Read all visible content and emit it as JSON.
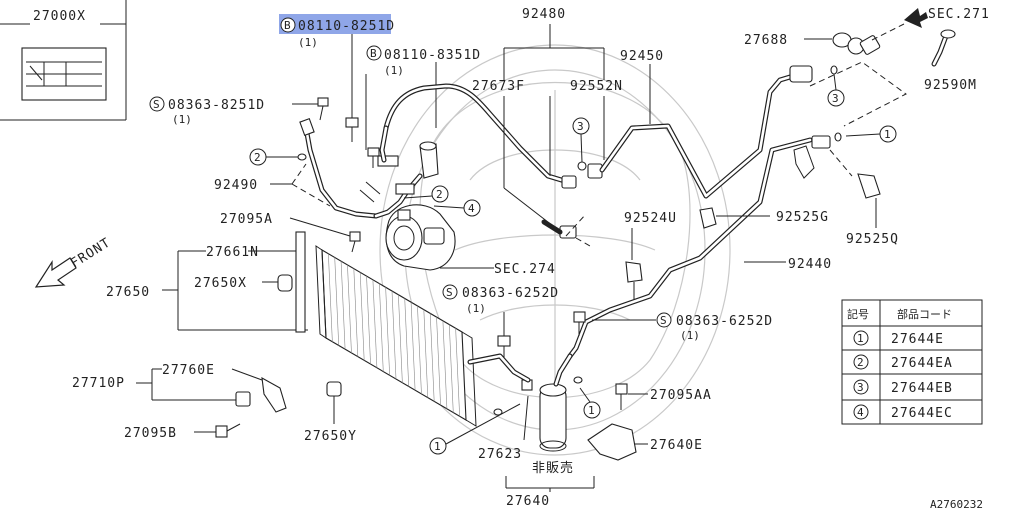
{
  "figure_id": "A2760232",
  "not_for_sale": "非販売",
  "part_numbers": {
    "p27000x": "27000X",
    "p92480": "92480",
    "sec271": "SEC.271",
    "p27688": "27688",
    "p92450": "92450",
    "p27673f": "27673F",
    "p92552n": "92552N",
    "p92590m": "92590M",
    "p92490": "92490",
    "p27095a": "27095A",
    "p27661n": "27661N",
    "p27650": "27650",
    "p27650x": "27650X",
    "sec274": "SEC.274",
    "p92524u": "92524U",
    "p92525g": "92525G",
    "p92525q": "92525Q",
    "p92440": "92440",
    "p27760e": "27760E",
    "p27710p": "27710P",
    "p27095b": "27095B",
    "p27650y": "27650Y",
    "p27095aa": "27095AA",
    "p27640e": "27640E",
    "p27623": "27623",
    "p27640": "27640"
  },
  "fasteners": {
    "b1": {
      "prefix": "B",
      "number": "08110-8251D",
      "qty": "(1)",
      "highlighted": true
    },
    "b2": {
      "prefix": "B",
      "number": "08110-8351D",
      "qty": "(1)"
    },
    "s1": {
      "prefix": "S",
      "number": "08363-8251D",
      "qty": "(1)"
    },
    "s2": {
      "prefix": "S",
      "number": "08363-6252D",
      "qty": "(1)"
    },
    "s3": {
      "prefix": "S",
      "number": "08363-6252D",
      "qty": "(1)"
    }
  },
  "front_label": "FRONT",
  "callout_marks": {
    "c1a": "1",
    "c1b": "1",
    "c1c": "1",
    "c2a": "2",
    "c2b": "2",
    "c3a": "3",
    "c3b": "3",
    "c4a": "4"
  },
  "legend": {
    "col1": "記号",
    "col2": "部品コード",
    "rows": [
      {
        "mark": "1",
        "code": "27644E"
      },
      {
        "mark": "2",
        "code": "27644EA"
      },
      {
        "mark": "3",
        "code": "27644EB"
      },
      {
        "mark": "4",
        "code": "27644EC"
      }
    ]
  },
  "colors": {
    "highlight": "#8fa6e8",
    "ink": "#222222",
    "watermark": "#c9c9c9"
  }
}
